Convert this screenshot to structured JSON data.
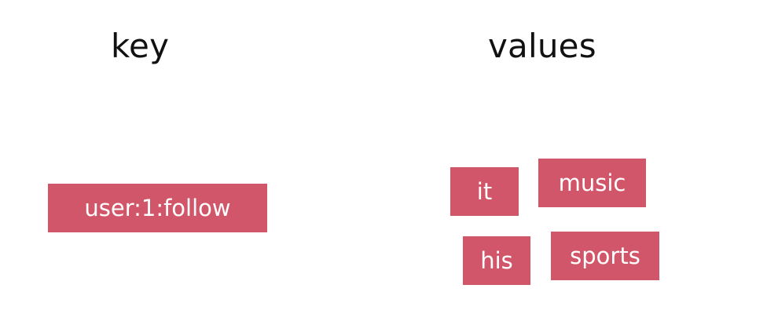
{
  "headings": {
    "key": "key",
    "values": "values"
  },
  "key_box": {
    "label": "user:1:follow"
  },
  "value_boxes": [
    {
      "label": "it"
    },
    {
      "label": "music"
    },
    {
      "label": "his"
    },
    {
      "label": "sports"
    }
  ],
  "colors": {
    "box_fill": "#d2566a",
    "box_text": "#ffffff",
    "heading_text": "#111111",
    "background": "#ffffff"
  }
}
